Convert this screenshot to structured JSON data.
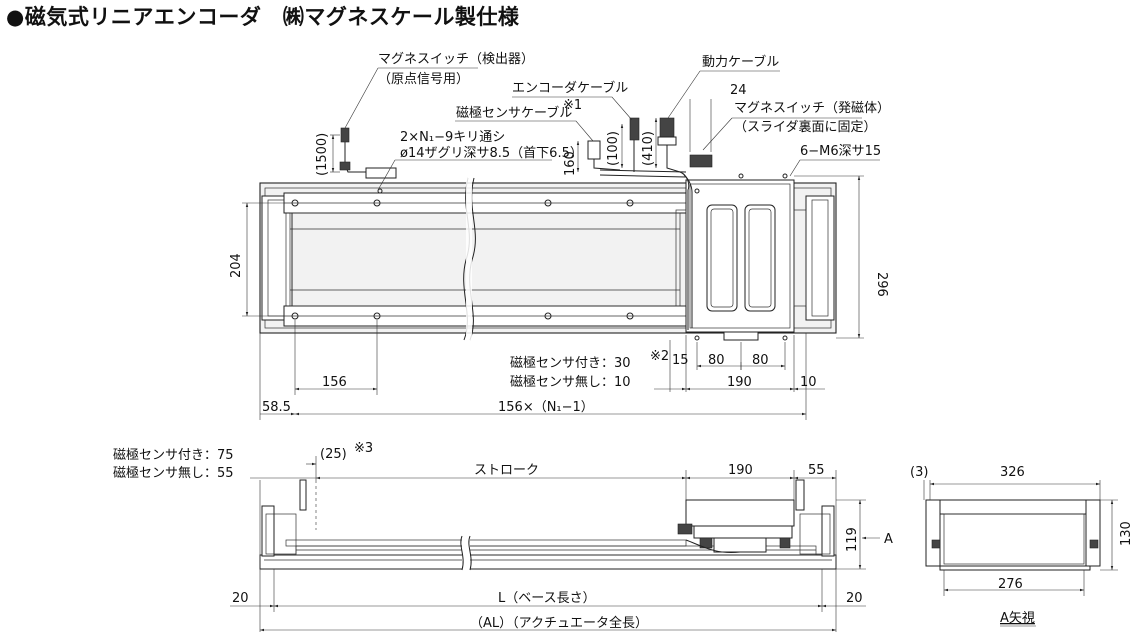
{
  "title": "●磁気式リニアエンコーダ　㈱マグネスケール製仕様",
  "top_view": {
    "labels": {
      "mag_switch_detector": "マグネスイッチ（検出器）",
      "origin_signal": "（原点信号用）",
      "encoder_cable": "エンコーダケーブル",
      "pole_sensor_cable": "磁極センサケーブル",
      "pole_sensor_cable_note": "※1",
      "power_cable": "動力ケーブル",
      "dim_24": "24",
      "mag_switch_emitter": "マグネスイッチ（発磁体）",
      "slider_back_fixed": "（スライダ裏面に固定）",
      "holes_note_1": "2×N₁−9キリ通シ",
      "holes_note_2": "ø14ザグリ深サ8.5（首下6.5）",
      "tapped_holes": "6−M6深サ15",
      "cable_1500": "(1500)",
      "cable_160": "160",
      "cable_100": "(100)",
      "cable_410": "(410)",
      "dim_204": "204",
      "dim_296": "296",
      "dim_156": "156",
      "dim_58_5": "58.5",
      "dim_pitch": "156×（N₁−1）",
      "pole_sensor_with": "磁極センサ付き：30",
      "pole_sensor_with_note": "※2",
      "pole_sensor_without": "磁極センサ無し：10",
      "dim_15": "15",
      "dim_80a": "80",
      "dim_80b": "80",
      "dim_190": "190",
      "dim_10": "10"
    }
  },
  "side_view": {
    "labels": {
      "sensor_with": "磁極センサ付き：75",
      "sensor_without": "磁極センサ無し：55",
      "dim_25": "(25)",
      "dim_25_note": "※3",
      "stroke": "ストローク",
      "dim_190": "190",
      "dim_55": "55",
      "dim_119": "119",
      "arrow_a": "A",
      "dim_20_left": "20",
      "dim_20_right": "20",
      "base_length": "L（ベース長さ）",
      "total_length": "（AL）（アクチュエータ全長）"
    }
  },
  "end_view": {
    "labels": {
      "dim_3": "(3)",
      "dim_326": "326",
      "dim_130": "130",
      "dim_276": "276",
      "view_label": "A矢視"
    }
  }
}
